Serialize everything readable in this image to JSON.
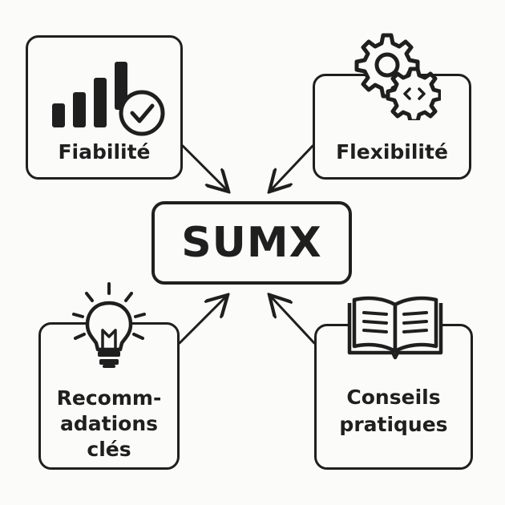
{
  "center": {
    "label": "SUMX"
  },
  "nodes": {
    "reliability": {
      "label": "Fiabilité",
      "icon": "bar-chart-check-icon"
    },
    "flexibility": {
      "label": "Flexibilité",
      "icon": "gears-code-icon"
    },
    "recommendations": {
      "label_lines": [
        "Recomm-",
        "adations",
        "clés"
      ],
      "icon": "lightbulb-icon"
    },
    "tips": {
      "label_lines": [
        "Conseils",
        "pratiques"
      ],
      "icon": "open-book-icon"
    }
  }
}
